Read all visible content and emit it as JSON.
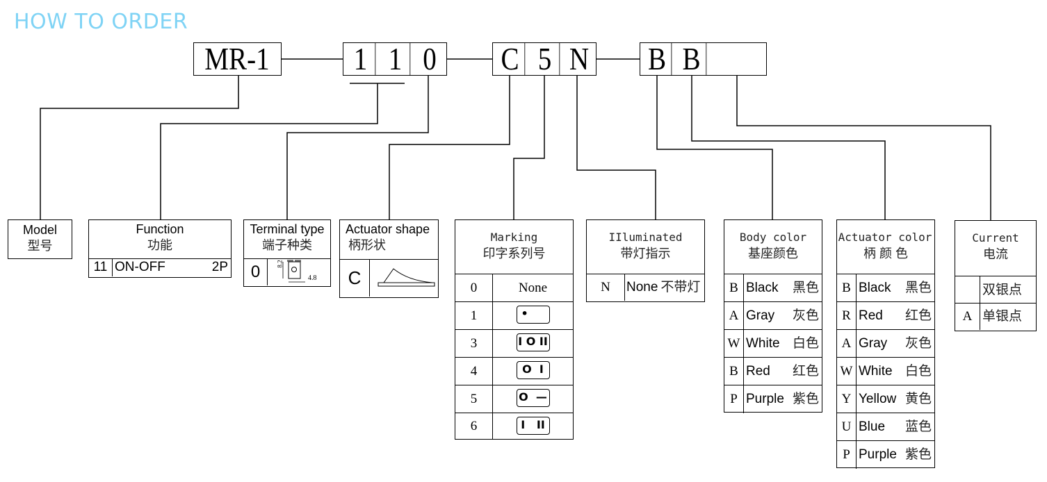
{
  "title": "HOW TO ORDER",
  "part_code": {
    "group1": [
      "MR-1"
    ],
    "group2": [
      "1",
      "1",
      "0"
    ],
    "group3": [
      "C",
      "5",
      "N"
    ],
    "group4": [
      "B",
      "B",
      ""
    ]
  },
  "model": {
    "en": "Model",
    "cn": "型号"
  },
  "function": {
    "en": "Function",
    "cn": "功能",
    "code": "11",
    "desc": "ON-OFF",
    "pole": "2P"
  },
  "terminal": {
    "en": "Terminal type",
    "cn": "端子种类",
    "code": "0",
    "dim_h": "8.2",
    "dim_w": "4.8",
    "icon": "terminal-drawing-icon"
  },
  "actuator_shape": {
    "en": "Actuator shape",
    "cn": "柄形状",
    "code": "C",
    "icon": "curved-actuator-icon"
  },
  "marking": {
    "en": "Marking",
    "cn": "印字系列号",
    "rows": [
      {
        "code": "0",
        "label": "None"
      },
      {
        "code": "1",
        "label": "•",
        "icon": "dot-marking-icon"
      },
      {
        "code": "3",
        "label": "I O II",
        "icon": "i-o-ii-marking-icon"
      },
      {
        "code": "4",
        "label": "O  I",
        "icon": "o-i-marking-icon"
      },
      {
        "code": "5",
        "label": "O  —",
        "icon": "o-dash-marking-icon"
      },
      {
        "code": "6",
        "label": "I   II",
        "icon": "i-ii-marking-icon"
      }
    ]
  },
  "illuminated": {
    "en": "IIluminated",
    "cn": "带灯指示",
    "rows": [
      {
        "code": "N",
        "en": "None",
        "cn": "不带灯"
      }
    ]
  },
  "body_color": {
    "en": "Body color",
    "cn": "基座颜色",
    "rows": [
      {
        "code": "B",
        "en": "Black",
        "cn": "黑色"
      },
      {
        "code": "A",
        "en": "Gray",
        "cn": "灰色"
      },
      {
        "code": "W",
        "en": "White",
        "cn": "白色"
      },
      {
        "code": "B",
        "en": "Red",
        "cn": "红色"
      },
      {
        "code": "P",
        "en": "Purple",
        "cn": "紫色"
      }
    ]
  },
  "actuator_color": {
    "en": "Actuator color",
    "cn": "柄 颜 色",
    "rows": [
      {
        "code": "B",
        "en": "Black",
        "cn": "黑色"
      },
      {
        "code": "R",
        "en": "Red",
        "cn": "红色"
      },
      {
        "code": "A",
        "en": "Gray",
        "cn": "灰色"
      },
      {
        "code": "W",
        "en": "White",
        "cn": "白色"
      },
      {
        "code": "Y",
        "en": "Yellow",
        "cn": "黄色"
      },
      {
        "code": "U",
        "en": "Blue",
        "cn": "蓝色"
      },
      {
        "code": "P",
        "en": "Purple",
        "cn": "紫色"
      }
    ]
  },
  "current": {
    "en": "Current",
    "cn": "电流",
    "rows": [
      {
        "code": "",
        "cn": "双银点"
      },
      {
        "code": "A",
        "cn": "单银点"
      }
    ]
  },
  "colors": {
    "title": "#7fd3f5",
    "line": "#000000"
  }
}
